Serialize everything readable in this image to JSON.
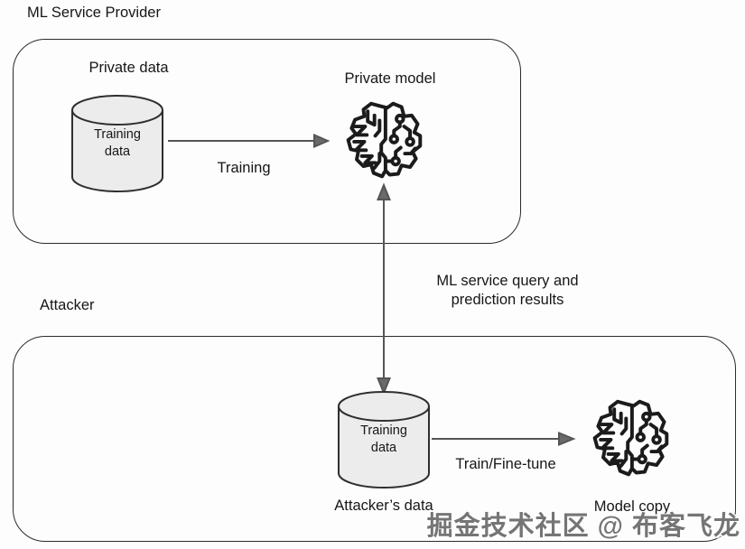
{
  "provider": {
    "title": "ML Service Provider",
    "data_label": "Private data",
    "cylinder": {
      "line1": "Training",
      "line2": "data"
    },
    "arrow_label": "Training",
    "model_label": "Private model"
  },
  "link": {
    "line1": "ML service query and",
    "line2": "prediction results"
  },
  "attacker": {
    "title": "Attacker",
    "cylinder": {
      "line1": "Training",
      "line2": "data"
    },
    "data_label": "Attacker’s data",
    "arrow_label": "Train/Fine-tune",
    "model_label": "Model copy"
  },
  "watermark": {
    "text": "掘金技术社区 @ 布客飞龙"
  },
  "icons": {
    "provider_model": "ml-brain-icon",
    "attacker_model": "ml-brain-icon",
    "provider_data": "database-cylinder-icon",
    "attacker_data": "database-cylinder-icon"
  },
  "colors": {
    "outline": "#2b2b2b",
    "icon_ink": "#1b1b1b",
    "arrow": "#555555",
    "cylinder_fill": "#ececec",
    "text": "#161616",
    "watermark": "#757575",
    "background": "#fdfdfd"
  }
}
